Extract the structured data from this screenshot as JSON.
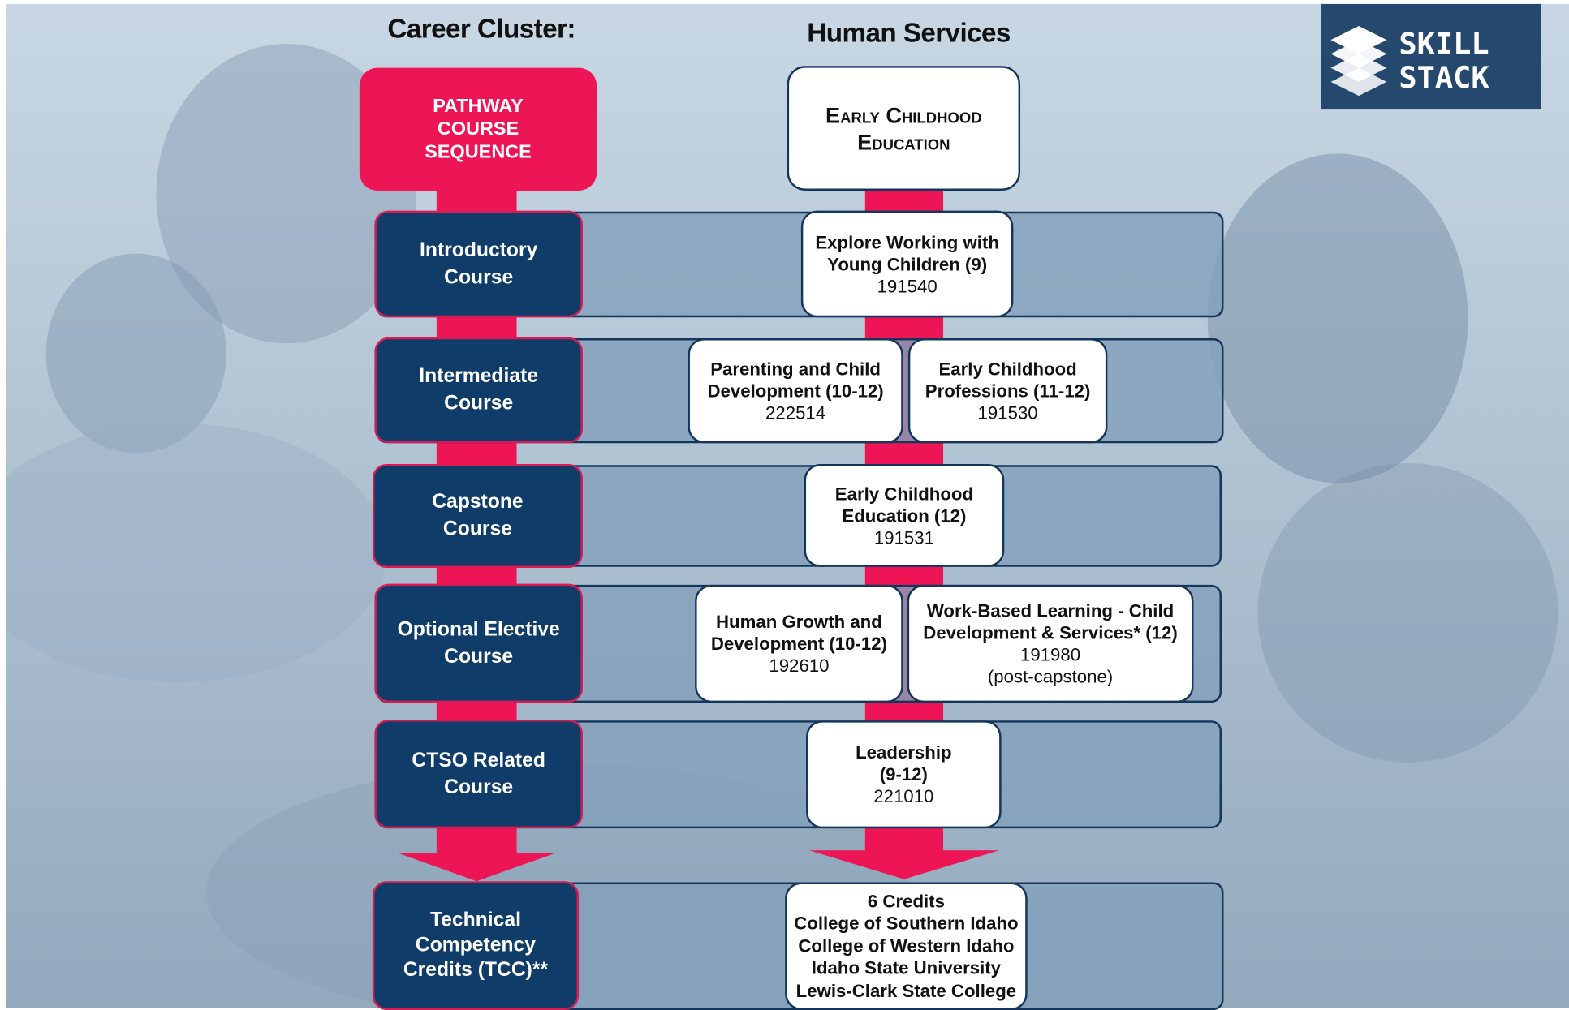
{
  "header": {
    "cluster_label": "Career Cluster:",
    "cluster_name": "Human Services",
    "logo_text": "SKILL STACK"
  },
  "pathway": {
    "sequence_label": "PATHWAY\nCOURSE\nSEQUENCE",
    "name": "Early Childhood\nEducation"
  },
  "rows": [
    {
      "label": "Introductory\nCourse",
      "courses": [
        {
          "title": "Explore Working with\nYoung Children (9)",
          "code": "191540"
        }
      ]
    },
    {
      "label": "Intermediate\nCourse",
      "courses": [
        {
          "title": "Parenting and Child\nDevelopment (10-12)",
          "code": "222514"
        },
        {
          "title": "Early Childhood\nProfessions (11-12)",
          "code": "191530"
        }
      ]
    },
    {
      "label": "Capstone\nCourse",
      "courses": [
        {
          "title": "Early Childhood\nEducation (12)",
          "code": "191531"
        }
      ]
    },
    {
      "label": "Optional Elective\nCourse",
      "courses": [
        {
          "title": "Human Growth and\nDevelopment (10-12)",
          "code": "192610"
        },
        {
          "title": "Work-Based Learning -  Child\nDevelopment & Services* (12)",
          "code": "191980",
          "note": "(post-capstone)"
        }
      ]
    },
    {
      "label": "CTSO Related\nCourse",
      "courses": [
        {
          "title": "Leadership\n(9-12)",
          "code": "221010"
        }
      ]
    },
    {
      "label": "Technical\nCompetency\nCredits (TCC)**",
      "credits": {
        "title": "6 Credits",
        "colleges": [
          "College of Southern Idaho",
          "College of Western Idaho",
          "Idaho State University",
          "Lewis-Clark State College"
        ]
      }
    }
  ],
  "colors": {
    "accent_pink": "#ee1557",
    "navy": "#0f3c68",
    "row_fill": "#84a0bb"
  }
}
